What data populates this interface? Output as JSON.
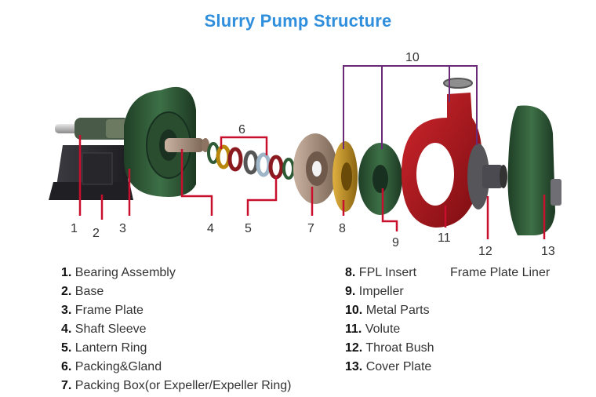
{
  "title": "Slurry Pump Structure",
  "callouts": {
    "n1": "1",
    "n2": "2",
    "n3": "3",
    "n4": "4",
    "n5": "5",
    "n6": "6",
    "n7": "7",
    "n8": "8",
    "n9": "9",
    "n10": "10",
    "n11": "11",
    "n12": "12",
    "n13": "13"
  },
  "legend_left": [
    {
      "num": "1.",
      "label": "Bearing Assembly"
    },
    {
      "num": "2.",
      "label": "Base"
    },
    {
      "num": "3.",
      "label": "Frame Plate"
    },
    {
      "num": "4.",
      "label": "Shaft Sleeve"
    },
    {
      "num": "5.",
      "label": "Lantern Ring"
    },
    {
      "num": "6.",
      "label": "Packing&Gland"
    },
    {
      "num": "7.",
      "label": "Packing Box(or Expeller/Expeller Ring)"
    }
  ],
  "legend_right": [
    {
      "num": "8.",
      "label": "FPL Insert"
    },
    {
      "num": "9.",
      "label": "Impeller"
    },
    {
      "num": "10.",
      "label": "Metal Parts"
    },
    {
      "num": "11.",
      "label": "Volute"
    },
    {
      "num": "12.",
      "label": "Throat Bush"
    },
    {
      "num": "13.",
      "label": "Cover Plate"
    }
  ],
  "legend_extra": "Frame Plate Liner",
  "colors": {
    "title": "#2f8fdd",
    "leader_red": "#c8102e",
    "bracket_purple": "#6b2a78",
    "part_green": "#2e5a35",
    "volute_red": "#b0141c",
    "insert_gold": "#b8860b",
    "base_dark": "#2b2b2f"
  }
}
